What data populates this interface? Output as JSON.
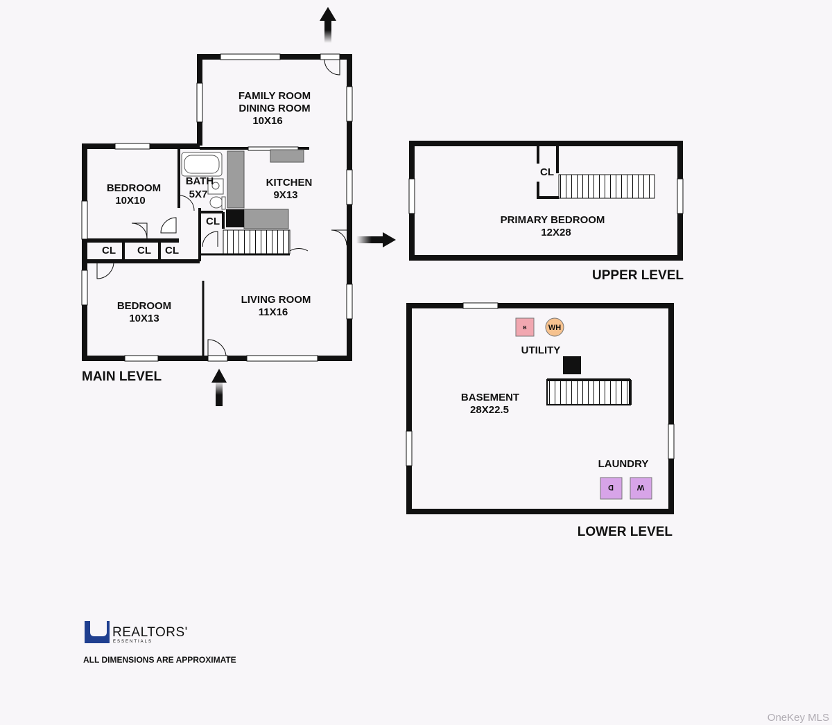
{
  "colors": {
    "background": "#f8f6f9",
    "wall": "#111111",
    "boiler": "#f1a7b0",
    "water_heater": "#f6c28f",
    "laundry": "#d7a4e8",
    "logo_blue": "#1f3f8f",
    "counter_gray": "#9d9d9d"
  },
  "main_level": {
    "label": "MAIN LEVEL",
    "rooms": {
      "family_room": {
        "name_1": "FAMILY ROOM",
        "name_2": "DINING ROOM",
        "size": "10X16"
      },
      "kitchen": {
        "name": "KITCHEN",
        "size": "9X13"
      },
      "bath": {
        "name": "BATH",
        "size": "5X7"
      },
      "bedroom_1": {
        "name": "BEDROOM",
        "size": "10X10"
      },
      "bedroom_2": {
        "name": "BEDROOM",
        "size": "10X13"
      },
      "living_room": {
        "name": "LIVING ROOM",
        "size": "11X16"
      },
      "closet_kitchen": "CL",
      "closet_a": "CL",
      "closet_b": "CL",
      "closet_c": "CL"
    }
  },
  "upper_level": {
    "label": "UPPER LEVEL",
    "closet": "CL",
    "primary_bedroom": {
      "name": "PRIMARY BEDROOM",
      "size": "12X28"
    }
  },
  "lower_level": {
    "label": "LOWER LEVEL",
    "utility": "UTILITY",
    "boiler": "B",
    "water_heater": "WH",
    "basement": {
      "name": "BASEMENT",
      "size": "28X22.5"
    },
    "laundry": "LAUNDRY",
    "dryer": "D",
    "washer": "W"
  },
  "branding": {
    "logo_name": "REALTORS'",
    "logo_tagline": "ESSENTIALS",
    "disclaimer": "ALL DIMENSIONS ARE APPROXIMATE",
    "watermark": "OneKey MLS"
  },
  "icons": {
    "entry_arrow_top": "arrow-up-icon",
    "entry_arrow_bottom": "arrow-up-icon",
    "level_arrow": "arrow-right-icon",
    "logo": "realtors-essentials-logo-icon"
  }
}
